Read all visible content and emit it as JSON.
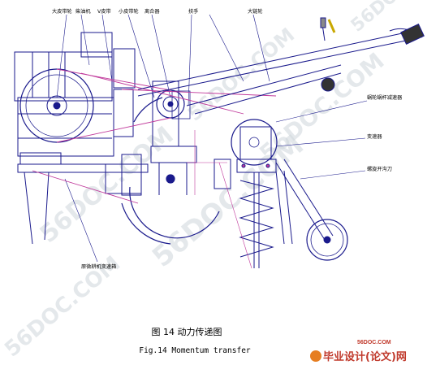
{
  "figure": {
    "caption_cn": "图 14 动力传递图",
    "caption_en": "Fig.14 Momentum transfer"
  },
  "labels": [
    {
      "id": "big-belt-wheel",
      "text": "大皮带轮"
    },
    {
      "id": "diesel-engine",
      "text": "柴油机"
    },
    {
      "id": "v-belt",
      "text": "V皮带"
    },
    {
      "id": "small-belt-wheel",
      "text": "小皮带轮"
    },
    {
      "id": "clutch",
      "text": "离合器"
    },
    {
      "id": "handle",
      "text": "扶手"
    },
    {
      "id": "big-sprocket",
      "text": "大链轮"
    },
    {
      "id": "worm-gear-reducer",
      "text": "蜗轮蜗杆减速器"
    },
    {
      "id": "gearbox",
      "text": "变速器"
    },
    {
      "id": "spiral-blade",
      "text": "螺旋开沟刀"
    },
    {
      "id": "tiller-gearbox",
      "text": "原微耕机变速箱"
    }
  ],
  "watermark": "56DOC.COM",
  "logo": {
    "small": "56DOC.COM",
    "main": "毕业设计(论文)网"
  },
  "colors": {
    "line": "#1a1a8c",
    "accent": "#c0399b",
    "watermark": "#cfd6dc",
    "logo": "#c0392b"
  }
}
